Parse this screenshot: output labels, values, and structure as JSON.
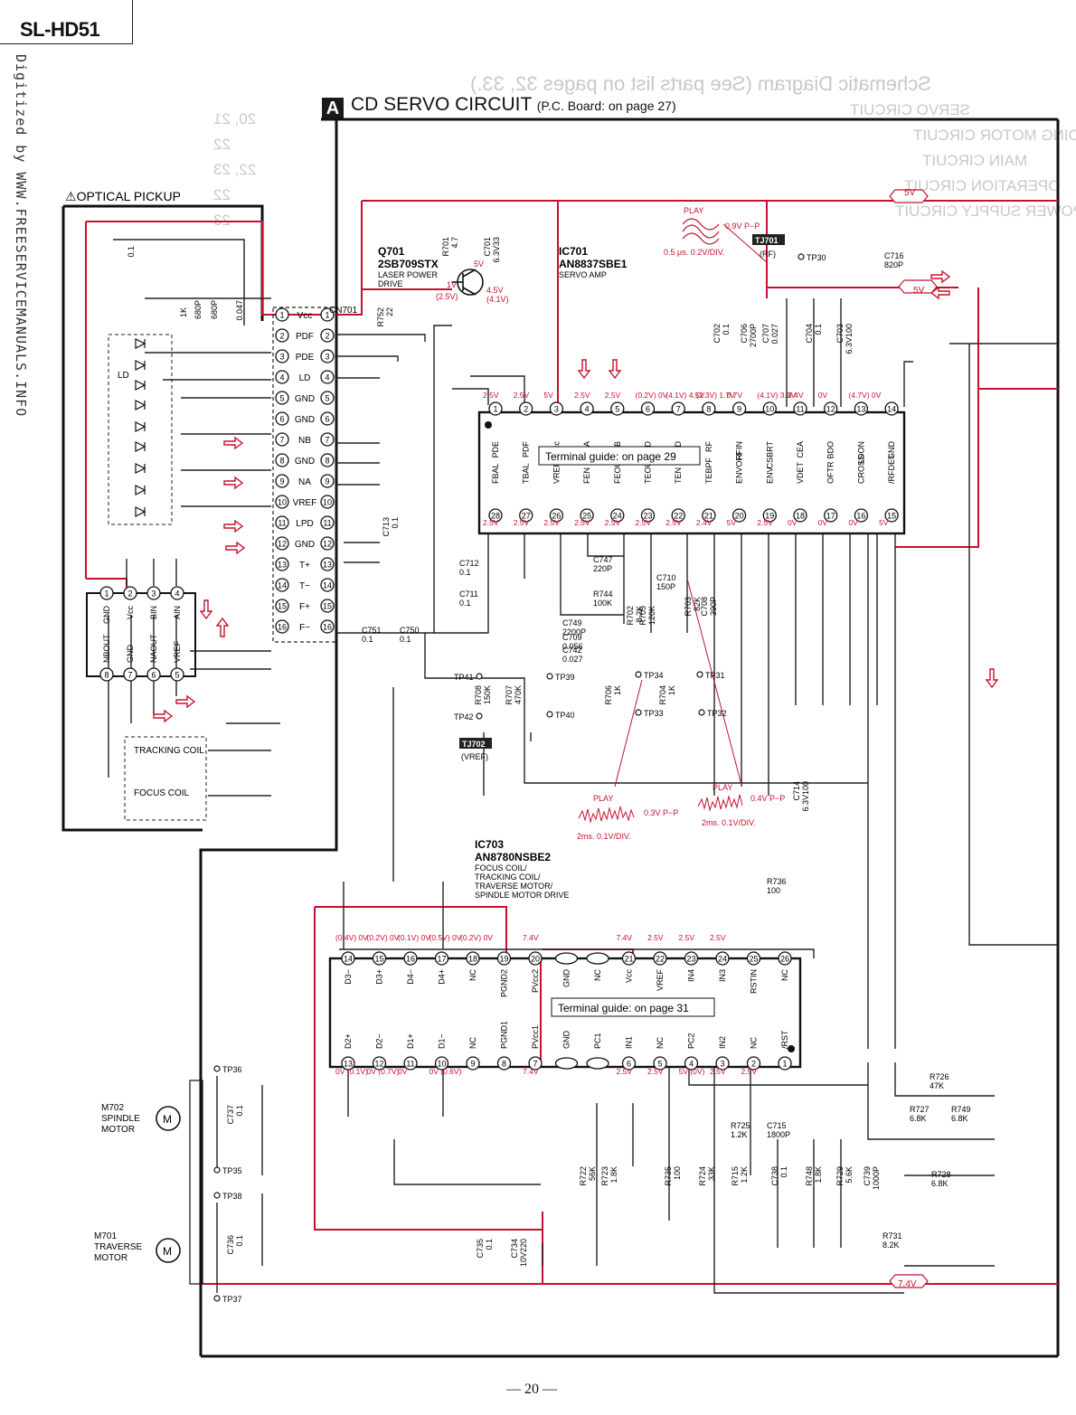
{
  "model": "SL-HD51",
  "watermark": "Digitized by WWW.FREESERVICEMANUALS.INFO",
  "section": {
    "tag": "A",
    "title": "CD SERVO CIRCUIT",
    "board_ref": "(P.C. Board: on page 27)"
  },
  "ghost_text": {
    "heading": "Schematic Diagram (See parts list on pages 32, 33.)",
    "lines": [
      "SERVO CIRCUIT",
      "LOADING MOTOR CIRCUIT",
      "MAIN CIRCUIT",
      "OPERATION CIRCUIT",
      "POWER SUPPLY CIRCUIT"
    ],
    "pages": [
      "20, 21",
      "22",
      "22, 23",
      "22",
      "23"
    ]
  },
  "pickup": {
    "label": "OPTICAL PICKUP",
    "warning_icon": "warning-triangle-icon",
    "connector": "CN701",
    "tracking_coil": "TRACKING COIL",
    "focus_coil": "FOCUS COIL",
    "ld_label": "LD"
  },
  "cn701_pins": [
    {
      "n": "1",
      "name": "Vcc"
    },
    {
      "n": "2",
      "name": "PDF"
    },
    {
      "n": "3",
      "name": "PDE"
    },
    {
      "n": "4",
      "name": "LD"
    },
    {
      "n": "5",
      "name": "GND"
    },
    {
      "n": "6",
      "name": "GND"
    },
    {
      "n": "7",
      "name": "NB"
    },
    {
      "n": "8",
      "name": "GND"
    },
    {
      "n": "9",
      "name": "NA"
    },
    {
      "n": "10",
      "name": "VREF"
    },
    {
      "n": "11",
      "name": "LPD"
    },
    {
      "n": "12",
      "name": "GND"
    },
    {
      "n": "13",
      "name": "T+"
    },
    {
      "n": "14",
      "name": "T−"
    },
    {
      "n": "15",
      "name": "F+"
    },
    {
      "n": "16",
      "name": "F−"
    }
  ],
  "pickup_ic_pins_top": [
    {
      "n": "1",
      "name": "GND"
    },
    {
      "n": "2",
      "name": "Vcc"
    },
    {
      "n": "3",
      "name": "BIN"
    },
    {
      "n": "4",
      "name": "AIN"
    }
  ],
  "pickup_ic_pins_bottom": [
    {
      "n": "8",
      "name": "NBOUT"
    },
    {
      "n": "7",
      "name": "GND"
    },
    {
      "n": "6",
      "name": "NAOUT"
    },
    {
      "n": "5",
      "name": "VREF"
    }
  ],
  "q701": {
    "ref": "Q701",
    "part": "2SB709STX",
    "desc1": "LASER POWER",
    "desc2": "DRIVE",
    "v1": "5V",
    "v2": "1V",
    "v3": "(2.5V)",
    "v4": "4.5V",
    "v5": "(4.1V)"
  },
  "ic701": {
    "ref": "IC701",
    "part": "AN8837SBE1",
    "desc": "SERVO AMP",
    "terminal_guide": "Terminal guide: on page 29",
    "top_pins": [
      {
        "n": "1",
        "name": "PDE",
        "v": "2.5V"
      },
      {
        "n": "2",
        "name": "PDF",
        "v": "2.5V"
      },
      {
        "n": "3",
        "name": "Vcc",
        "v": "5V"
      },
      {
        "n": "4",
        "name": "PDA",
        "v": "2.5V"
      },
      {
        "n": "5",
        "name": "PDB",
        "v": "2.5V"
      },
      {
        "n": "6",
        "name": "LPD",
        "v": "(0.2V) 0V"
      },
      {
        "n": "7",
        "name": "LD",
        "v": "(4.1V) 4.5V"
      },
      {
        "n": "8",
        "name": "RF",
        "v": "(2.3V) 1.7V"
      },
      {
        "n": "9",
        "name": "RFIN",
        "v": "0.7V"
      },
      {
        "n": "10",
        "name": "CSBRT",
        "v": "(4.1V) 3.9V"
      },
      {
        "n": "11",
        "name": "CEA",
        "v": "3.4V"
      },
      {
        "n": "12",
        "name": "BDO",
        "v": "0V"
      },
      {
        "n": "13",
        "name": "LDON",
        "v": "(4.7V) 0V"
      },
      {
        "n": "14",
        "name": "GND",
        "v": ""
      }
    ],
    "bottom_pins": [
      {
        "n": "28",
        "name": "FBAL",
        "v": "2.5V"
      },
      {
        "n": "27",
        "name": "TBAL",
        "v": "2.5V"
      },
      {
        "n": "26",
        "name": "VREF",
        "v": "2.5V"
      },
      {
        "n": "25",
        "name": "FEN",
        "v": "2.5V"
      },
      {
        "n": "24",
        "name": "FEOUT",
        "v": "2.5V"
      },
      {
        "n": "23",
        "name": "TEOUT",
        "v": "2.5V"
      },
      {
        "n": "22",
        "name": "TEN",
        "v": "2.5V"
      },
      {
        "n": "21",
        "name": "TEBPF",
        "v": "2.4V"
      },
      {
        "n": "20",
        "name": "ENVOFF",
        "v": "5V"
      },
      {
        "n": "19",
        "name": "ENV",
        "v": "2.5V"
      },
      {
        "n": "18",
        "name": "VDET",
        "v": "0V"
      },
      {
        "n": "17",
        "name": "OFTR",
        "v": "0V"
      },
      {
        "n": "16",
        "name": "CROSS",
        "v": "0V"
      },
      {
        "n": "15",
        "name": "/RFDET",
        "v": "5V"
      }
    ]
  },
  "ic703": {
    "ref": "IC703",
    "part": "AN8780NSBE2",
    "desc": [
      "FOCUS COIL/",
      "TRACKING COIL/",
      "TRAVERSE MOTOR/",
      "SPINDLE MOTOR DRIVE"
    ],
    "terminal_guide": "Terminal guide: on page 31",
    "top_pins": [
      {
        "n": "14",
        "name": "D3−",
        "v": "(0.4V) 0V"
      },
      {
        "n": "15",
        "name": "D3+",
        "v": "(0.2V) 0V"
      },
      {
        "n": "16",
        "name": "D4−",
        "v": "(0.1V) 0V"
      },
      {
        "n": "17",
        "name": "D4+",
        "v": "(0.5V) 0V"
      },
      {
        "n": "18",
        "name": "NC",
        "v": "(0.2V) 0V"
      },
      {
        "n": "19",
        "name": "PGND2",
        "v": ""
      },
      {
        "n": "20",
        "name": "PVcc2",
        "v": "7.4V"
      },
      {
        "n": "",
        "name": "GND",
        "v": ""
      },
      {
        "n": "",
        "name": "NC",
        "v": ""
      },
      {
        "n": "21",
        "name": "Vcc",
        "v": "7.4V"
      },
      {
        "n": "22",
        "name": "VREF",
        "v": "2.5V"
      },
      {
        "n": "23",
        "name": "IN4",
        "v": "2.5V"
      },
      {
        "n": "24",
        "name": "IN3",
        "v": "2.5V"
      },
      {
        "n": "25",
        "name": "RSTIN",
        "v": ""
      },
      {
        "n": "26",
        "name": "NC",
        "v": ""
      }
    ],
    "bottom_pins": [
      {
        "n": "13",
        "name": "D2+",
        "v": "0V (0.1V)"
      },
      {
        "n": "12",
        "name": "D2−",
        "v": "0V (0.7V)"
      },
      {
        "n": "11",
        "name": "D1+",
        "v": "0V"
      },
      {
        "n": "10",
        "name": "D1−",
        "v": "0V (0.6V)"
      },
      {
        "n": "9",
        "name": "NC",
        "v": ""
      },
      {
        "n": "8",
        "name": "PGND1",
        "v": ""
      },
      {
        "n": "7",
        "name": "PVcc1",
        "v": "7.4V"
      },
      {
        "n": "",
        "name": "GND",
        "v": ""
      },
      {
        "n": "",
        "name": "PC1",
        "v": ""
      },
      {
        "n": "6",
        "name": "IN1",
        "v": "2.5V"
      },
      {
        "n": "5",
        "name": "NC",
        "v": "2.5V"
      },
      {
        "n": "4",
        "name": "PC2",
        "v": "5V (0V)"
      },
      {
        "n": "3",
        "name": "IN2",
        "v": "2.5V"
      },
      {
        "n": "2",
        "name": "NC",
        "v": "2.5V"
      },
      {
        "n": "1",
        "name": "/RST",
        "v": ""
      }
    ]
  },
  "components": [
    {
      "ref": "R701",
      "val": "4.7"
    },
    {
      "ref": "C701",
      "val": "6.3V33"
    },
    {
      "ref": "R752",
      "val": "22"
    },
    {
      "ref": "C702",
      "val": "0.1"
    },
    {
      "ref": "C706",
      "val": "2700P"
    },
    {
      "ref": "C707",
      "val": "0.027"
    },
    {
      "ref": "C704",
      "val": "0.1"
    },
    {
      "ref": "C703",
      "val": "6.3V100"
    },
    {
      "ref": "C716",
      "val": "820P"
    },
    {
      "ref": "C713",
      "val": "0.1"
    },
    {
      "ref": "C712",
      "val": "0.1"
    },
    {
      "ref": "C711",
      "val": "0.1"
    },
    {
      "ref": "C747",
      "val": "220P"
    },
    {
      "ref": "R744",
      "val": "100K"
    },
    {
      "ref": "C710",
      "val": "150P"
    },
    {
      "ref": "R702",
      "val": "8.2K"
    },
    {
      "ref": "R705",
      "val": "120K"
    },
    {
      "ref": "R703",
      "val": "82K"
    },
    {
      "ref": "C708",
      "val": "390P"
    },
    {
      "ref": "C749",
      "val": "2200P"
    },
    {
      "ref": "C709",
      "val": "0.056"
    },
    {
      "ref": "C742",
      "val": "0.027"
    },
    {
      "ref": "C751",
      "val": "0.1"
    },
    {
      "ref": "C750",
      "val": "0.1"
    },
    {
      "ref": "R708",
      "val": "150K"
    },
    {
      "ref": "R707",
      "val": "470K"
    },
    {
      "ref": "R706",
      "val": "1K"
    },
    {
      "ref": "R704",
      "val": "1K"
    },
    {
      "ref": "C714",
      "val": "6.3V100"
    },
    {
      "ref": "R736",
      "val": "100"
    },
    {
      "ref": "C737",
      "val": "0.1"
    },
    {
      "ref": "C736",
      "val": "0.1"
    },
    {
      "ref": "R726",
      "val": "47K"
    },
    {
      "ref": "R727",
      "val": "6.8K"
    },
    {
      "ref": "R749",
      "val": "6.8K"
    },
    {
      "ref": "R725",
      "val": "1.2K"
    },
    {
      "ref": "C715",
      "val": "1800P"
    },
    {
      "ref": "R722",
      "val": "56K"
    },
    {
      "ref": "R723",
      "val": "1.8K"
    },
    {
      "ref": "R735",
      "val": "100"
    },
    {
      "ref": "R724",
      "val": "33K"
    },
    {
      "ref": "R715",
      "val": "1.2K"
    },
    {
      "ref": "C738",
      "val": "0.1"
    },
    {
      "ref": "R748",
      "val": "1.8K"
    },
    {
      "ref": "R729",
      "val": "5.6K"
    },
    {
      "ref": "C739",
      "val": "1000P"
    },
    {
      "ref": "R728",
      "val": "6.8K"
    },
    {
      "ref": "R731",
      "val": "8.2K"
    },
    {
      "ref": "C735",
      "val": "0.1"
    },
    {
      "ref": "C734",
      "val": "10V220"
    }
  ],
  "pickup_caps": [
    {
      "val": "0.1"
    },
    {
      "val": "680P"
    },
    {
      "val": "680P"
    },
    {
      "val": "0.047"
    },
    {
      "val": "1K"
    }
  ],
  "test_points": [
    "TP41",
    "TP39",
    "TP34",
    "TP31",
    "TP42",
    "TP40",
    "TP33",
    "TP32",
    "TP30",
    "TP36",
    "TP35",
    "TP38",
    "TP37"
  ],
  "tj701": {
    "label": "TJ701",
    "sub": "(RF)"
  },
  "tj702": {
    "label": "TJ702",
    "sub": "(VREF)"
  },
  "waveforms": [
    {
      "mode": "PLAY",
      "amp": "0.9V P−P",
      "time": "0.5 μs. 0.2V/DIV."
    },
    {
      "mode": "PLAY",
      "amp": "0.3V P−P",
      "time": "2ms. 0.1V/DIV."
    },
    {
      "mode": "PLAY",
      "amp": "0.4V P−P",
      "time": "2ms. 0.1V/DIV."
    }
  ],
  "motors": [
    {
      "ref": "M702",
      "name1": "SPINDLE",
      "name2": "MOTOR"
    },
    {
      "ref": "M701",
      "name1": "TRAVERSE",
      "name2": "MOTOR"
    }
  ],
  "rail_labels": [
    "5V",
    "5V",
    "7.4V"
  ],
  "page_number": "— 20 —",
  "colors": {
    "red": "#c8102e",
    "ink": "#1a1a1a",
    "ghost": "#c8c8c8"
  }
}
